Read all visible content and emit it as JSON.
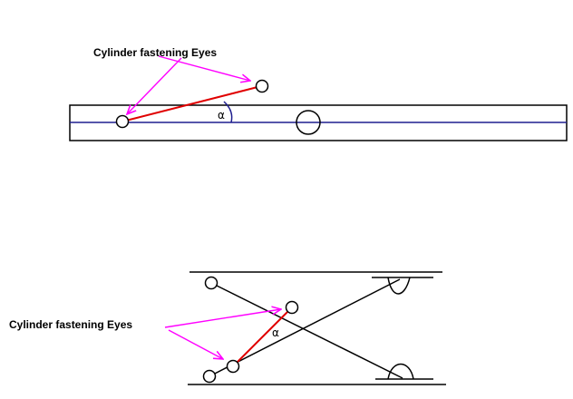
{
  "top_diagram": {
    "label": "Cylinder fastening Eyes",
    "angle_label": "α",
    "colors": {
      "frame": "#000000",
      "axis": "#1f1f8f",
      "cylinder": "#e00000",
      "arrow": "#ff00ff"
    }
  },
  "bottom_diagram": {
    "label": "Cylinder fastening Eyes",
    "angle_label": "α",
    "colors": {
      "frame": "#000000",
      "cylinder": "#e00000",
      "arrow": "#ff00ff"
    }
  }
}
